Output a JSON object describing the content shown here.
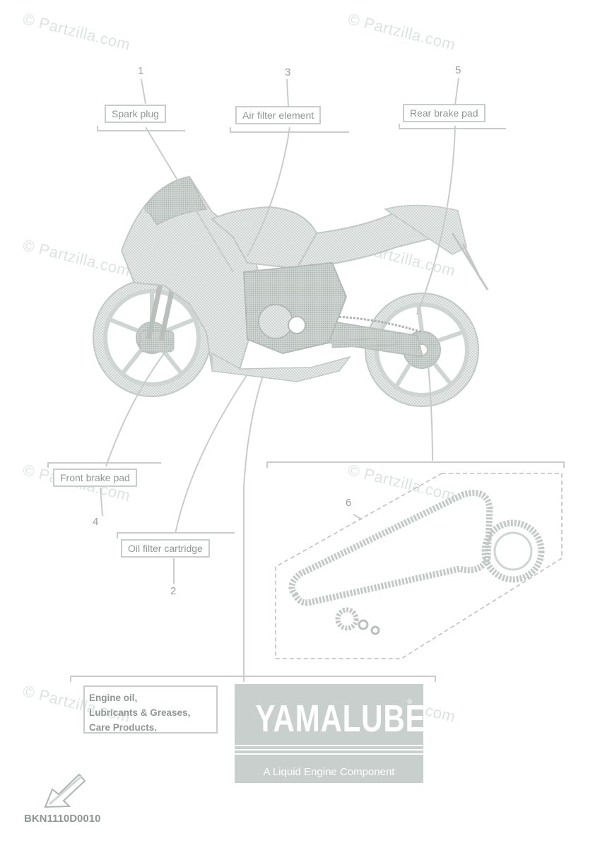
{
  "watermark": "© Partzilla.com",
  "callouts": {
    "spark_plug": {
      "number": "1",
      "label": "Spark plug"
    },
    "oil_filter": {
      "number": "2",
      "label": "Oil filter cartridge"
    },
    "air_filter": {
      "number": "3",
      "label": "Air filter element"
    },
    "front_brake": {
      "number": "4",
      "label": "Front brake pad"
    },
    "rear_brake": {
      "number": "5",
      "label": "Rear brake pad"
    },
    "chain_kit": {
      "number": "6"
    }
  },
  "engine_oil_box": {
    "line1": "Engine oil,",
    "line2": "Lubricants & Greases,",
    "line3": "Care Products."
  },
  "yamalube": {
    "brand": "YAMALUBE",
    "registered": "®",
    "tagline": "A Liquid Engine Component"
  },
  "diagram_code": "BKN1110D0010",
  "colors": {
    "line": "#c8cdca",
    "text": "#8f9693",
    "bike": "#d7dcd9",
    "bike_dark": "#b9c0bc",
    "yamalube_bg": "#c9cfcc"
  }
}
